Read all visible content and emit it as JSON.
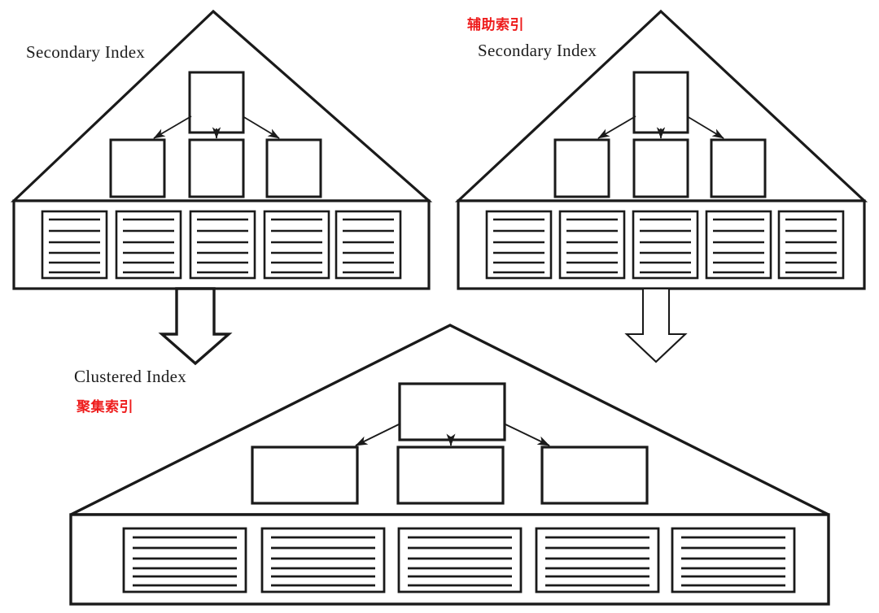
{
  "diagram": {
    "title_visible": false,
    "colors": {
      "stroke": "#1a1a1a",
      "fill": "#ffffff",
      "annotation_red": "#ee1c1c",
      "label_text": "#1c1c1c"
    },
    "labels": {
      "secondary_index_left": "Secondary Index",
      "secondary_index_right": "Secondary Index",
      "secondary_index_cn": "辅助索引",
      "clustered_index": "Clustered Index",
      "clustered_index_cn": "聚集索引"
    },
    "structures": [
      {
        "id": "secondary-index-left",
        "label": "Secondary Index",
        "annotation": null,
        "btree": {
          "root_nodes": 1,
          "leaf_nodes": 3,
          "arrows": 3,
          "node_shape": "square"
        },
        "data_pages": 5,
        "lines_per_page": 6
      },
      {
        "id": "secondary-index-right",
        "label": "Secondary Index",
        "annotation": "辅助索引",
        "btree": {
          "root_nodes": 1,
          "leaf_nodes": 3,
          "arrows": 3,
          "node_shape": "square"
        },
        "data_pages": 5,
        "lines_per_page": 6
      },
      {
        "id": "clustered-index",
        "label": "Clustered Index",
        "annotation": "聚集索引",
        "btree": {
          "root_nodes": 1,
          "leaf_nodes": 3,
          "arrows": 3,
          "node_shape": "rectangle"
        },
        "data_pages": 5,
        "lines_per_page": 6
      }
    ],
    "connectors": [
      {
        "id": "left-to-clustered",
        "from": "secondary-index-left",
        "to": "clustered-index",
        "style": "hollow-block-arrow",
        "direction": "down",
        "weight": "bold"
      },
      {
        "id": "right-to-clustered",
        "from": "secondary-index-right",
        "to": "clustered-index",
        "style": "hollow-block-arrow",
        "direction": "down",
        "weight": "thin"
      }
    ]
  }
}
